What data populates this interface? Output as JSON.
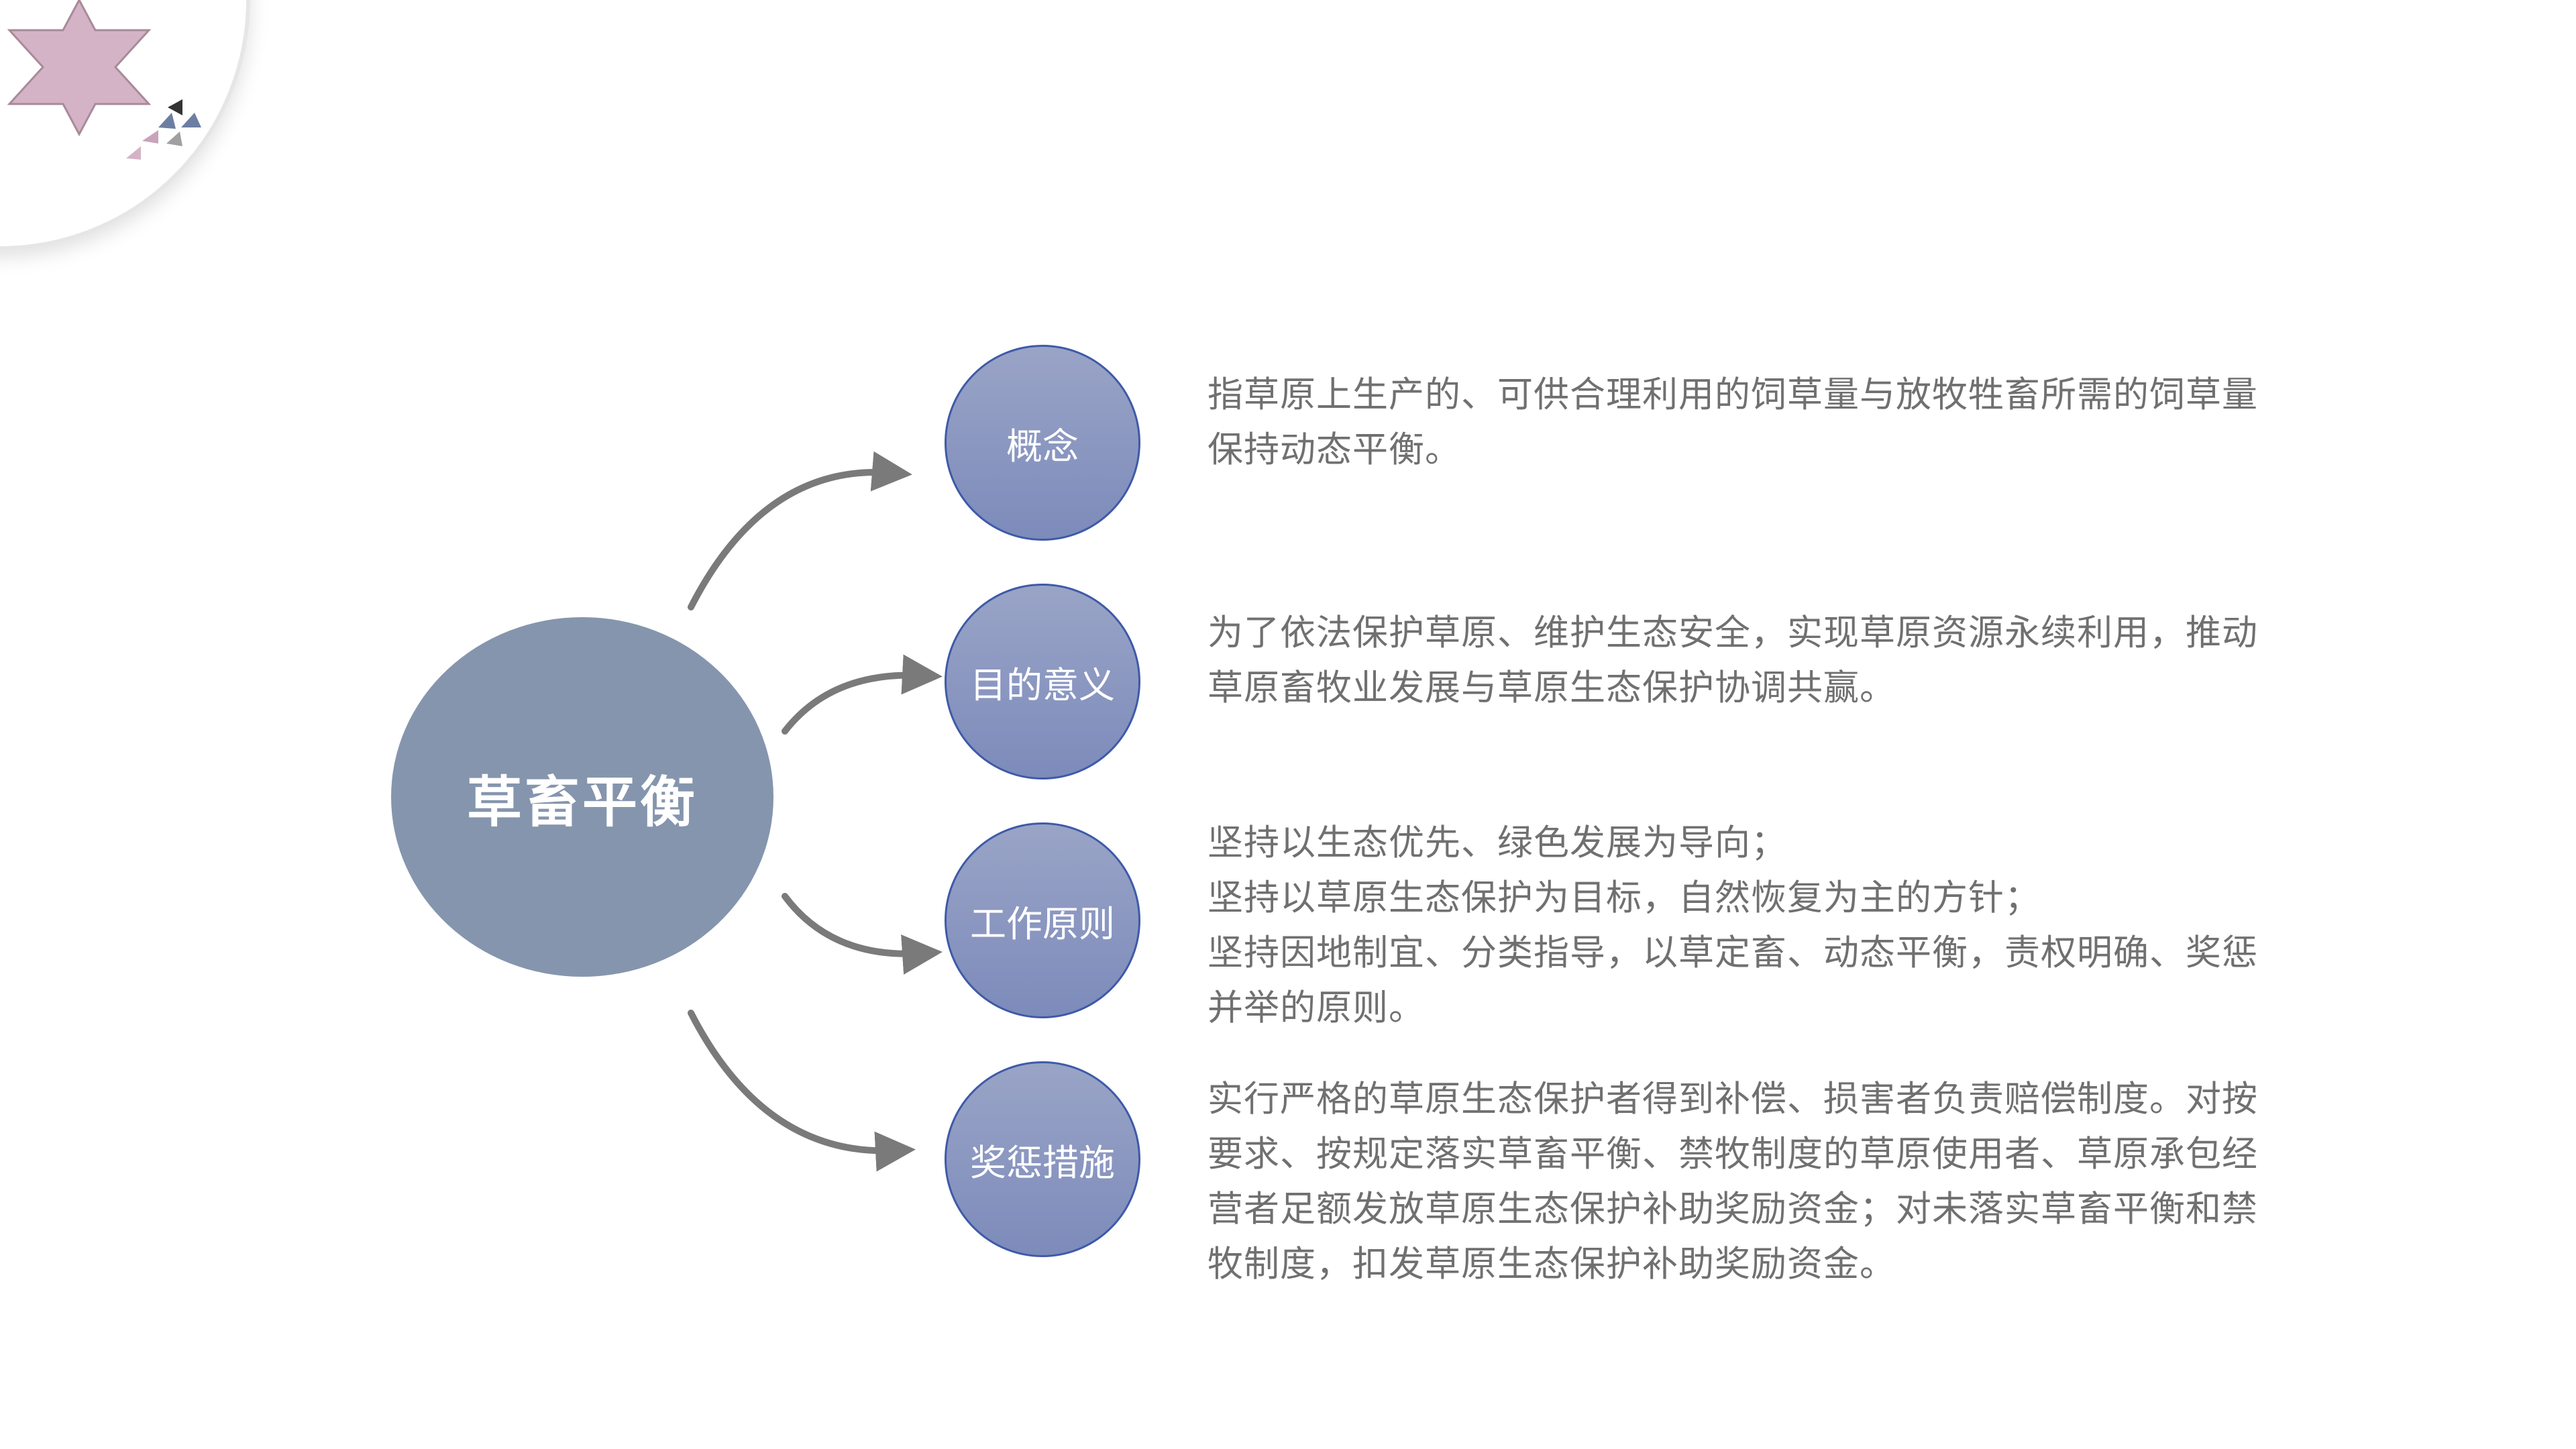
{
  "center": {
    "label": "草畜平衡"
  },
  "nodes": [
    {
      "label": "概念"
    },
    {
      "label": "目的意义"
    },
    {
      "label": "工作原则"
    },
    {
      "label": "奖惩措施"
    }
  ],
  "descriptions": [
    {
      "lines": [
        "指草原上生产的、可供合理利用的饲草量与放牧牲畜所需的饲草量",
        "保持动态平衡。"
      ]
    },
    {
      "lines": [
        "为了依法保护草原、维护生态安全，实现草原资源永续利用，推动",
        "草原畜牧业发展与草原生态保护协调共赢。"
      ]
    },
    {
      "lines": [
        "坚持以生态优先、绿色发展为导向；",
        "坚持以草原生态保护为目标，自然恢复为主的方针；",
        "坚持因地制宜、分类指导，以草定畜、动态平衡，责权明确、奖惩",
        "并举的原则。"
      ]
    },
    {
      "lines": [
        "实行严格的草原生态保护者得到补偿、损害者负责赔偿制度。对按",
        "要求、按规定落实草畜平衡、禁牧制度的草原使用者、草原承包经",
        "营者足额发放草原生态保护补助奖励资金；对未落实草畜平衡和禁",
        "牧制度，扣发草原生态保护补助奖励资金。"
      ]
    }
  ],
  "colors": {
    "center_fill": "#8595ad",
    "node_fill_top": "#99a4c6",
    "node_fill_bottom": "#7d8bbb",
    "node_border": "#3e5aa8",
    "arrow": "#7a7a7a",
    "text": "#707070",
    "star": "#d4b3c6"
  },
  "decoration": {
    "icon": "six-point-star-icon"
  }
}
